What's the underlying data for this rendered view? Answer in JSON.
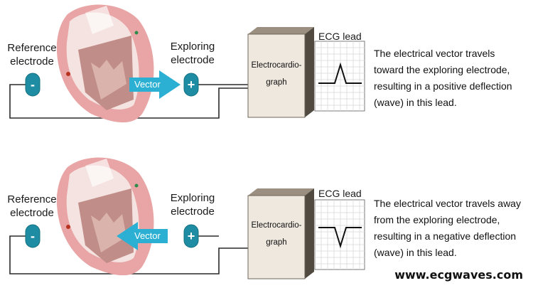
{
  "colors": {
    "electrode": "#1e8ca3",
    "vector": "#2bb0d3",
    "heart_outer": "#e9a5a5",
    "heart_inner": "#c18d88",
    "box_front": "#eee8df",
    "box_side": "#504a40"
  },
  "panels": [
    {
      "reference_label_line1": "Reference",
      "reference_label_line2": "electrode",
      "exploring_label_line1": "Exploring",
      "exploring_label_line2": "electrode",
      "negative_sign": "-",
      "positive_sign": "+",
      "vector_label": "Vector",
      "vector_direction": "toward exploring electrode",
      "device_line1": "Electrocardio-",
      "device_line2": "graph",
      "ecg_title": "ECG lead",
      "deflection": "positive",
      "description_lines": [
        "The electrical vector travels",
        "toward the exploring electrode,",
        "resulting in a positive deflection",
        "(wave) in this lead."
      ]
    },
    {
      "reference_label_line1": "Reference",
      "reference_label_line2": "electrode",
      "exploring_label_line1": "Exploring",
      "exploring_label_line2": "electrode",
      "negative_sign": "-",
      "positive_sign": "+",
      "vector_label": "Vector",
      "vector_direction": "away from exploring electrode",
      "device_line1": "Electrocardio-",
      "device_line2": "graph",
      "ecg_title": "ECG lead",
      "deflection": "negative",
      "description_lines": [
        "The electrical vector travels away",
        "from the exploring electrode,",
        "resulting in a negative deflection",
        "(wave) in this lead."
      ]
    }
  ],
  "footer": "www.ecgwaves.com"
}
